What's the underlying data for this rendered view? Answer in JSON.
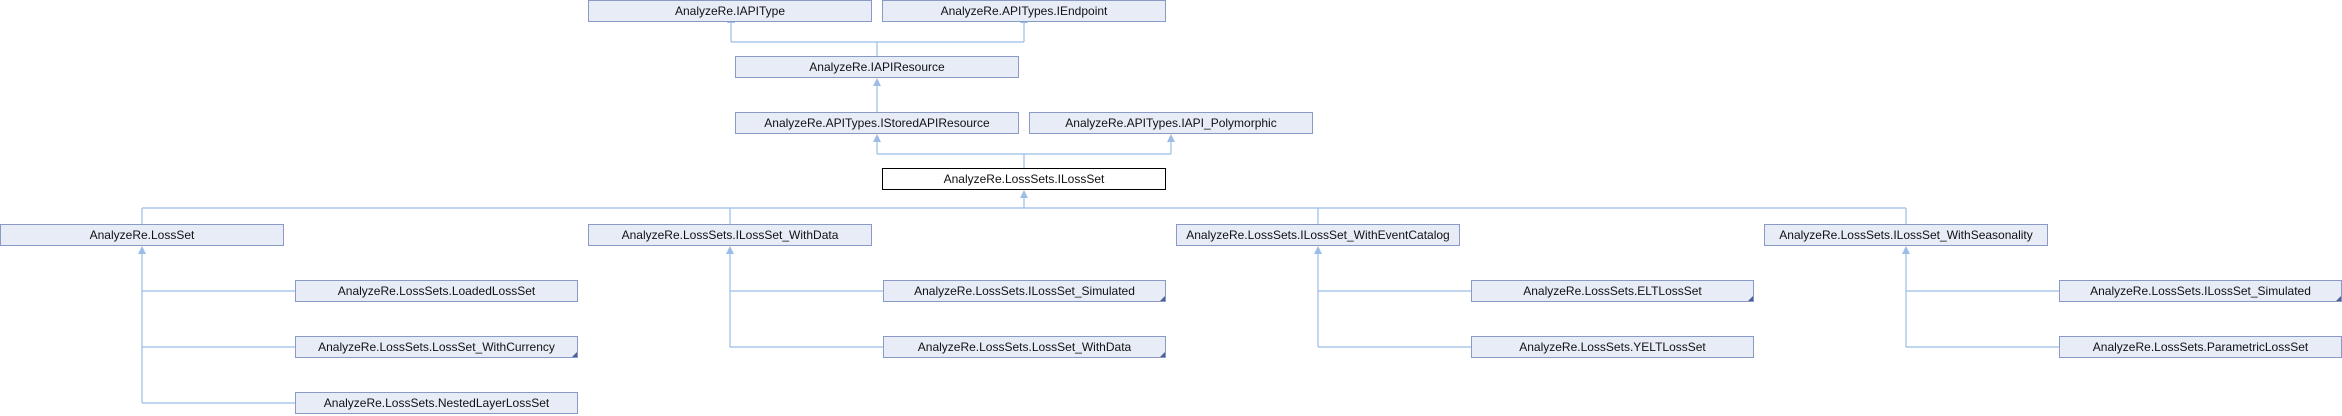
{
  "diagram": {
    "nodes": {
      "iapitype": "AnalyzeRe.IAPIType",
      "iendpoint": "AnalyzeRe.APITypes.IEndpoint",
      "iapiresource": "AnalyzeRe.IAPIResource",
      "istoredapiresource": "AnalyzeRe.APITypes.IStoredAPIResource",
      "iapi_polymorphic": "AnalyzeRe.APITypes.IAPI_Polymorphic",
      "ilossset": "AnalyzeRe.LossSets.ILossSet",
      "lossset": "AnalyzeRe.LossSet",
      "ilossset_withdata": "AnalyzeRe.LossSets.ILossSet_WithData",
      "ilossset_witheventcatalog": "AnalyzeRe.LossSets.ILossSet_WithEventCatalog",
      "ilossset_withseasonality": "AnalyzeRe.LossSets.ILossSet_WithSeasonality",
      "loadedlossset": "AnalyzeRe.LossSets.LoadedLossSet",
      "lossset_withcurrency": "AnalyzeRe.LossSets.LossSet_WithCurrency",
      "nestedlayerlossset": "AnalyzeRe.LossSets.NestedLayerLossSet",
      "ilossset_simulated_a": "AnalyzeRe.LossSets.ILossSet_Simulated",
      "lossset_withdata": "AnalyzeRe.LossSets.LossSet_WithData",
      "eltlossset": "AnalyzeRe.LossSets.ELTLossSet",
      "yeltlossset": "AnalyzeRe.LossSets.YELTLossSet",
      "ilossset_simulated_b": "AnalyzeRe.LossSets.ILossSet_Simulated",
      "parametriclossset": "AnalyzeRe.LossSets.ParametricLossSet"
    }
  }
}
